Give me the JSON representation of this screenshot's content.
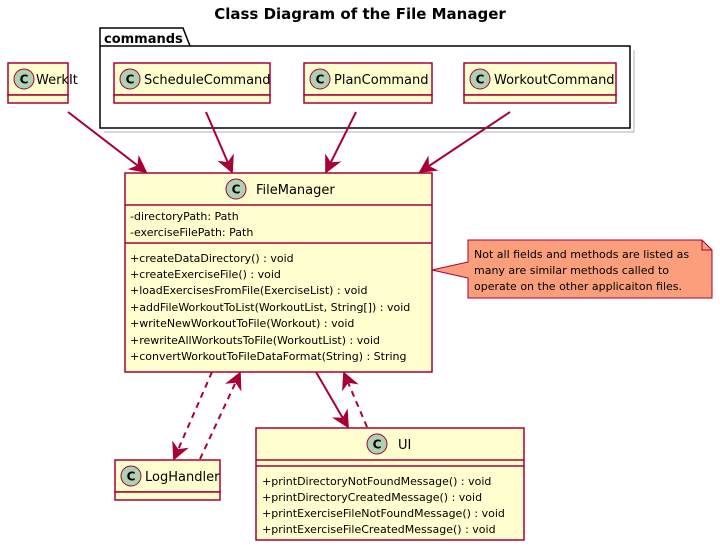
{
  "title": "Class Diagram of the File Manager",
  "package": {
    "name": "commands"
  },
  "classes": {
    "werkit": {
      "name": "WerkIt"
    },
    "schedule_command": {
      "name": "ScheduleCommand"
    },
    "plan_command": {
      "name": "PlanCommand"
    },
    "workout_command": {
      "name": "WorkoutCommand"
    },
    "file_manager": {
      "name": "FileManager",
      "fields": [
        "-directoryPath: Path",
        "-exerciseFilePath: Path"
      ],
      "methods": [
        "+createDataDirectory() : void",
        "+createExerciseFile() : void",
        "+loadExercisesFromFile(ExerciseList) : void",
        "+addFileWorkoutToList(WorkoutList, String[]) : void",
        "+writeNewWorkoutToFile(Workout) : void",
        "+rewriteAllWorkoutsToFile(WorkoutList) : void",
        "+convertWorkoutToFileDataFormat(String) : String"
      ]
    },
    "log_handler": {
      "name": "LogHandler"
    },
    "ui": {
      "name": "UI",
      "methods": [
        "+printDirectoryNotFoundMessage() : void",
        "+printDirectoryCreatedMessage() : void",
        "+printExerciseFileNotFoundMessage() : void",
        "+printExerciseFileCreatedMessage() : void"
      ]
    }
  },
  "class_icon_letter": "C",
  "note": {
    "lines": [
      "Not all fields and methods are listed as",
      "many are similar methods called to",
      "operate on the other applicaiton files."
    ]
  },
  "colors": {
    "class_fill": "#FEFECE",
    "class_border": "#A80036",
    "icon_fill": "#ADD1B2",
    "note_fill": "#FB9E7B",
    "arrow": "#A80036"
  }
}
